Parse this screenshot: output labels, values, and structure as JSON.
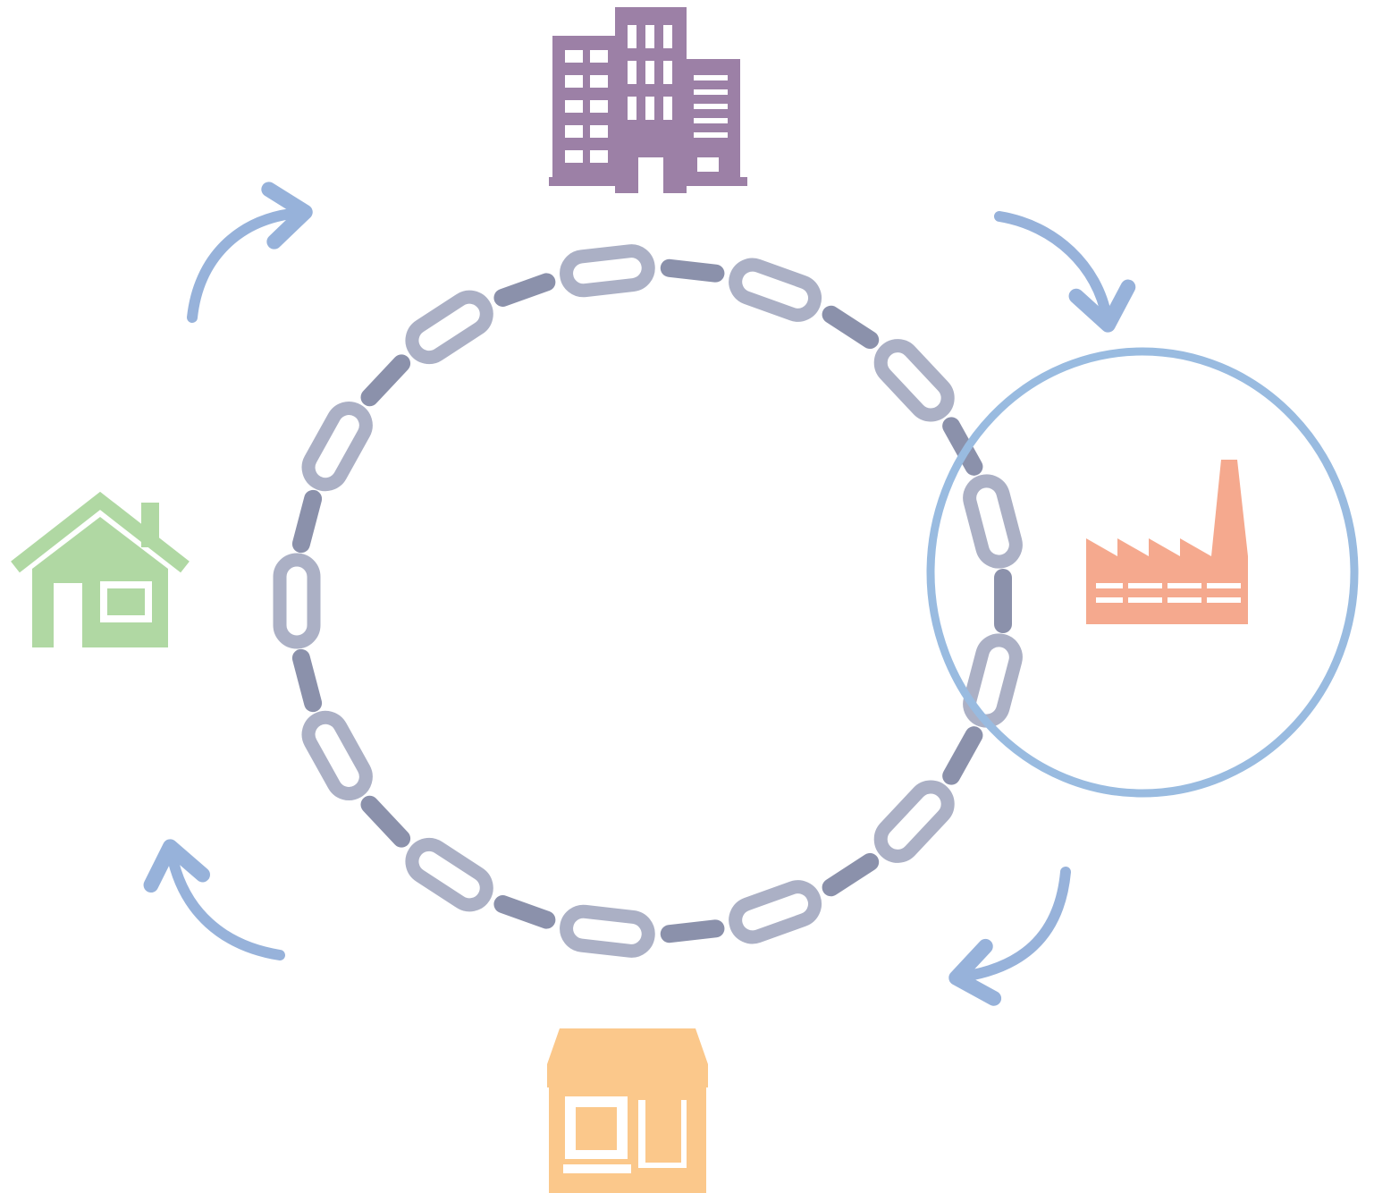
{
  "colors": {
    "background": "#ffffff",
    "chain_link": "#abb0c5",
    "chain_bar": "#8b91ab",
    "arrow": "#97b2da",
    "highlight_ring": "#99bbe0",
    "office": "#9c80a6",
    "factory": "#f5a98e",
    "shop": "#fbc88b",
    "house": "#b0d8a3"
  },
  "nodes": [
    {
      "id": "office",
      "icon": "office-building-icon"
    },
    {
      "id": "factory",
      "icon": "factory-icon",
      "highlighted": true
    },
    {
      "id": "shop",
      "icon": "shop-icon"
    },
    {
      "id": "house",
      "icon": "house-icon"
    }
  ],
  "cycle": [
    "office",
    "factory",
    "shop",
    "house"
  ],
  "connector_icon": "chain-icon"
}
